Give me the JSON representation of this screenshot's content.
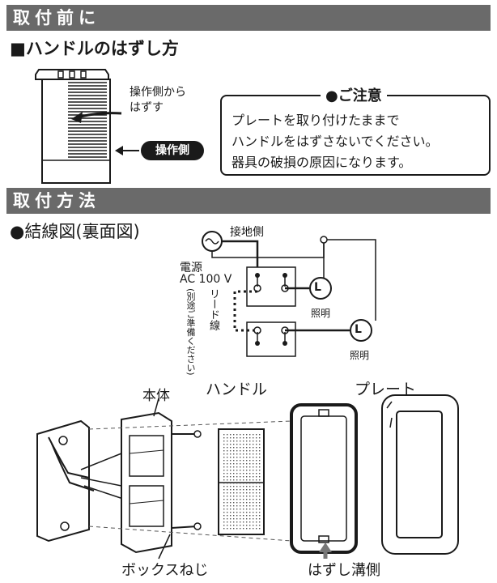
{
  "section_before": {
    "title": "取付前に"
  },
  "handle_removal": {
    "heading": "■ハンドルのはずし方",
    "instruction_line1": "操作側から",
    "instruction_line2": "はずす",
    "operation_side_label": "操作側"
  },
  "caution": {
    "title": "●ご注意",
    "lines": [
      "プレートを取り付けたままで",
      "ハンドルをはずさないでください。",
      "器具の破損の原因になります。"
    ]
  },
  "section_install": {
    "title": "取付方法"
  },
  "wiring": {
    "heading": "●結線図(裏面図)",
    "ground_side": "接地側",
    "power_label": "電源",
    "power_spec": "AC  100 V",
    "lead_wire": "リード線",
    "lead_note": "(別途ご準備ください)",
    "light_symbol": "L",
    "light_label_1": "照明",
    "light_label_2": "照明"
  },
  "assembly": {
    "body": "本体",
    "handle": "ハンドル",
    "plate": "プレート",
    "box_screw": "ボックスねじ",
    "removal_groove": "はずし溝側"
  }
}
